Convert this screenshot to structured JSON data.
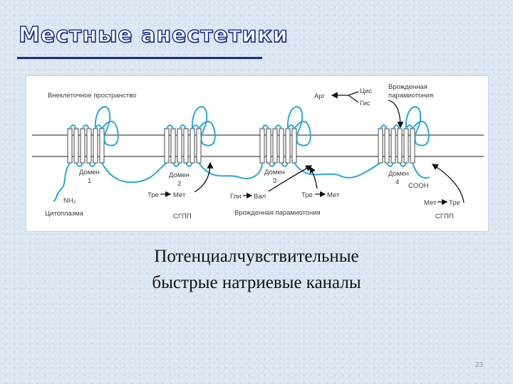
{
  "slide": {
    "title": "Местные анестетики",
    "caption_line1": "Потенциалчувствительные",
    "caption_line2": "быстрые натриевые каналы",
    "page_number": "23"
  },
  "diagram": {
    "extracellular": "Внеклеточное пространство",
    "cytoplasm": "Цитоплазма",
    "nh2": "NH₂",
    "cooh": "COOH",
    "domains": [
      {
        "name": "Домен",
        "num": "1"
      },
      {
        "name": "Домен",
        "num": "2"
      },
      {
        "name": "Домен",
        "num": "3"
      },
      {
        "name": "Домен",
        "num": "4"
      }
    ],
    "mutations": {
      "arg": "Арг",
      "cys": "Цис",
      "his": "Гис",
      "congenital_top": "Врожденная\nпарамиотония",
      "tre": "Тре",
      "met": "Мет",
      "gly": "Гли",
      "val": "Вал",
      "sgpp": "СГПП",
      "congenital_bottom": "Врожденная парамиотония"
    }
  }
}
